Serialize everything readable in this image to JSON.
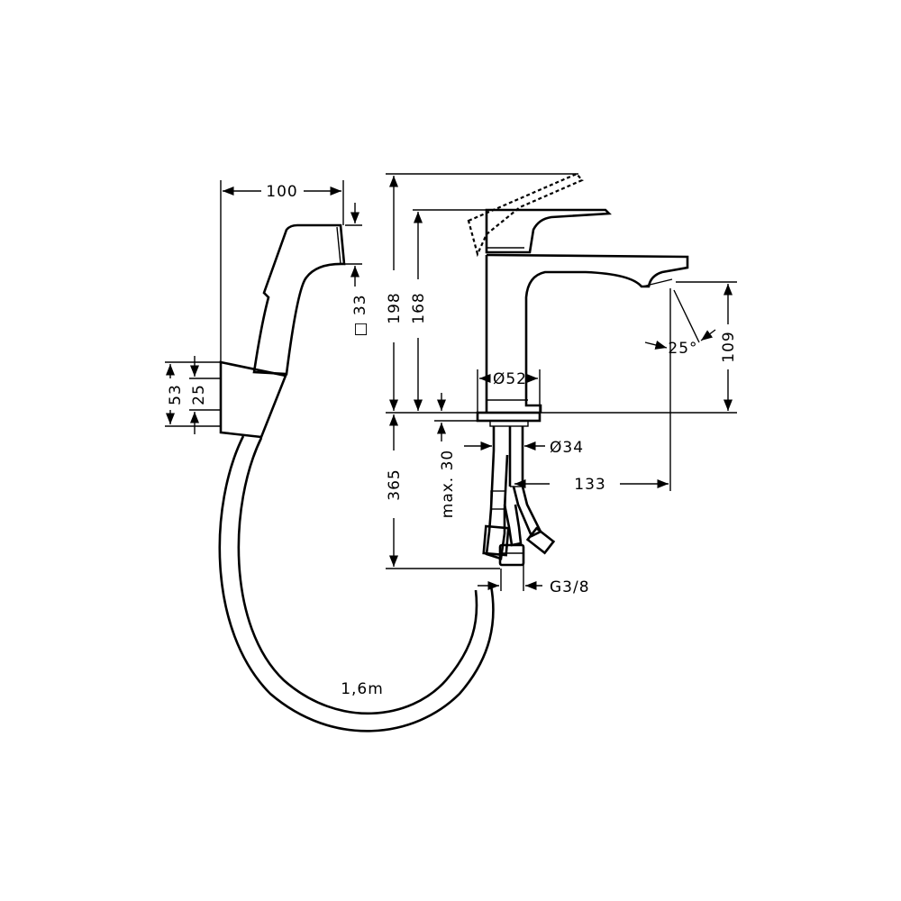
{
  "colors": {
    "ink": "#000000",
    "background": "#ffffff"
  },
  "dimensions": {
    "hand_shower_length": "100",
    "hand_shower_square": "□ 33",
    "holder_height": "53",
    "holder_inner": "25",
    "faucet_total_height": "198",
    "faucet_body_height": "168",
    "below_deck_length": "365",
    "max_thickness": "max. 30",
    "body_diameter": "Ø52",
    "shank_diameter": "Ø34",
    "spout_reach": "133",
    "spout_height": "109",
    "spout_angle": "25°",
    "connection_thread": "G3/8",
    "hose_length": "1,6m"
  }
}
